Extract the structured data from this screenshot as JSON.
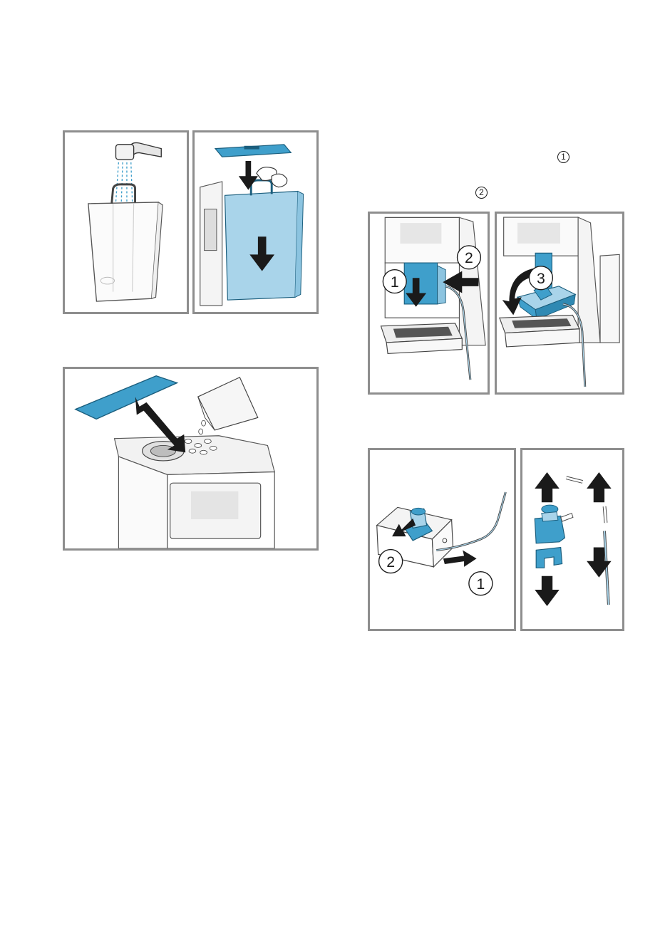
{
  "callouts": {
    "drip_tray_step1": "1",
    "drip_tray_step2": "2",
    "drip_tray_step3": "3",
    "brew_unit_step1": "1",
    "brew_unit_step2": "2"
  },
  "text_markers": {
    "marker_1": "1",
    "marker_2": "2"
  },
  "colors": {
    "part_blue": "#3f9fcb",
    "part_blue_light": "#a9d4ea",
    "arrow": "#1a1a1a",
    "frame": "#8e8e8e"
  }
}
